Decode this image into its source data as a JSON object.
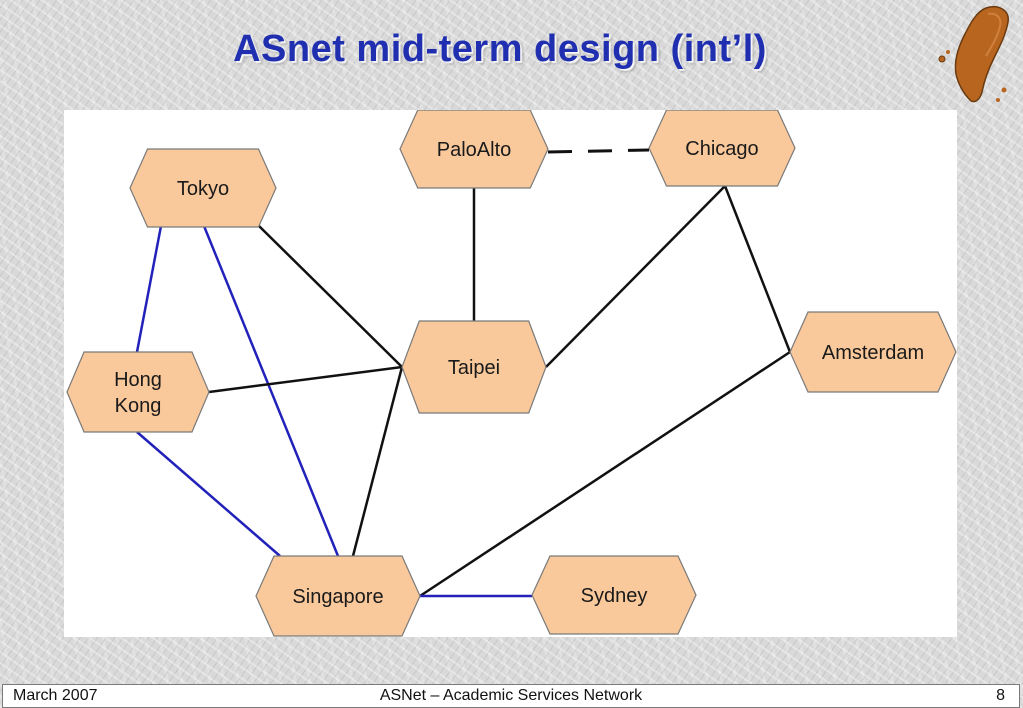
{
  "slide": {
    "title": "ASnet mid-term design (int’l)"
  },
  "footer": {
    "date": "March 2007",
    "center": "ASNet – Academic Services Network",
    "page": "8"
  },
  "colors": {
    "node_fill": "#f9c89b",
    "title": "#1f2fb0",
    "link_black": "#111111",
    "link_blue": "#2222bb"
  },
  "nodes": [
    {
      "id": "tokyo",
      "lines": [
        "Tokyo"
      ]
    },
    {
      "id": "paloalto",
      "lines": [
        "PaloAlto"
      ]
    },
    {
      "id": "chicago",
      "lines": [
        "Chicago"
      ]
    },
    {
      "id": "hongkong",
      "lines": [
        "Hong",
        "Kong"
      ]
    },
    {
      "id": "taipei",
      "lines": [
        "Taipei"
      ]
    },
    {
      "id": "amsterdam",
      "lines": [
        "Amsterdam"
      ]
    },
    {
      "id": "singapore",
      "lines": [
        "Singapore"
      ]
    },
    {
      "id": "sydney",
      "lines": [
        "Sydney"
      ]
    }
  ],
  "links": [
    {
      "from": "tokyo",
      "to": "taipei",
      "style": "black"
    },
    {
      "from": "tokyo",
      "to": "hongkong",
      "style": "blue"
    },
    {
      "from": "tokyo",
      "to": "singapore",
      "style": "blue"
    },
    {
      "from": "paloalto",
      "to": "taipei",
      "style": "black"
    },
    {
      "from": "paloalto",
      "to": "chicago",
      "style": "dashed"
    },
    {
      "from": "chicago",
      "to": "taipei",
      "style": "black"
    },
    {
      "from": "chicago",
      "to": "amsterdam",
      "style": "black"
    },
    {
      "from": "hongkong",
      "to": "taipei",
      "style": "black"
    },
    {
      "from": "hongkong",
      "to": "singapore",
      "style": "blue"
    },
    {
      "from": "taipei",
      "to": "singapore",
      "style": "black"
    },
    {
      "from": "amsterdam",
      "to": "singapore",
      "style": "black"
    },
    {
      "from": "singapore",
      "to": "sydney",
      "style": "blue"
    }
  ]
}
